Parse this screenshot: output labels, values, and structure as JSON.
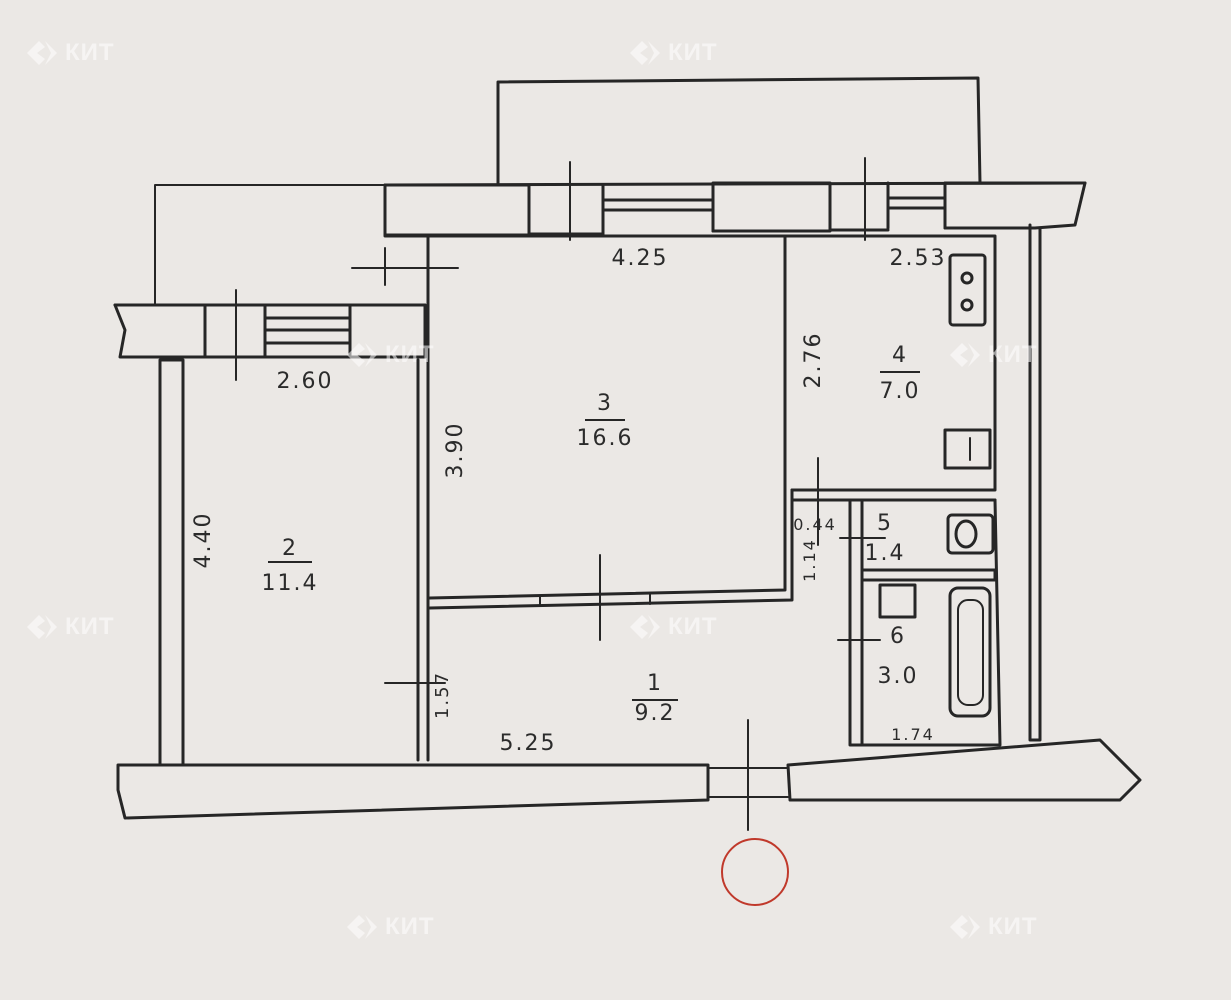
{
  "watermark": {
    "brand": "КИТ",
    "color": "#ffffff"
  },
  "rooms": [
    {
      "number": "1",
      "area": "9.2"
    },
    {
      "number": "2",
      "area": "11.4"
    },
    {
      "number": "3",
      "area": "16.6"
    },
    {
      "number": "4",
      "area": "7.0"
    },
    {
      "number": "5",
      "area": "1.4"
    },
    {
      "number": "6",
      "area": "3.0"
    }
  ],
  "dimensions": {
    "d_425": "4.25",
    "d_253": "2.53",
    "d_260": "2.60",
    "d_276": "2.76",
    "d_390": "3.90",
    "d_440": "4.40",
    "d_044": "0.44",
    "d_114": "1.14",
    "d_157": "1.57",
    "d_525": "5.25",
    "d_174": "1.74"
  },
  "entrance_marker": {
    "color": "#c0392b"
  }
}
